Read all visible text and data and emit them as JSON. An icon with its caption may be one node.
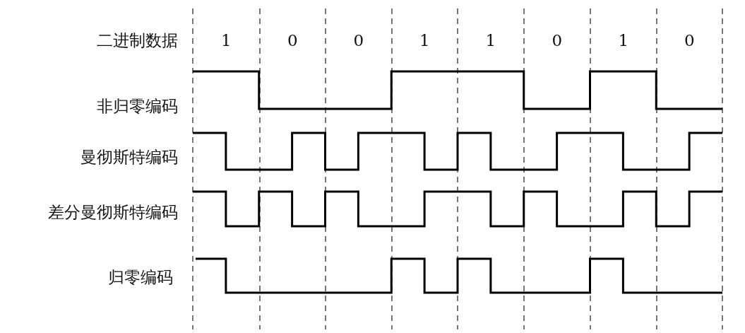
{
  "diagram": {
    "labels": [
      "二进制数据",
      "1",
      "0",
      "0",
      "1",
      "1",
      "0",
      "1",
      "0",
      "非归零编码",
      "曼彻斯特编码",
      "差分曼彻斯特编码",
      "归零编码"
    ]
  }
}
